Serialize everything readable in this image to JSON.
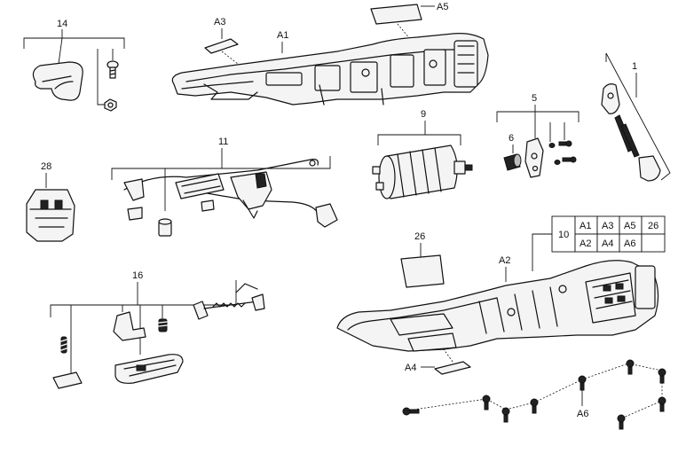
{
  "labels": {
    "l14": "14",
    "lA3": "A3",
    "lA1": "A1",
    "lA5": "A5",
    "l1": "1",
    "l5": "5",
    "l6": "6",
    "l9": "9",
    "l11": "11",
    "l28": "28",
    "l26": "26",
    "lA2": "A2",
    "l16": "16",
    "lA4": "A4",
    "lA6": "A6"
  },
  "kit_table": {
    "number": "10",
    "row1": [
      "A1",
      "A3",
      "A5",
      "26"
    ],
    "row2": [
      "A2",
      "A4",
      "A6",
      ""
    ]
  }
}
